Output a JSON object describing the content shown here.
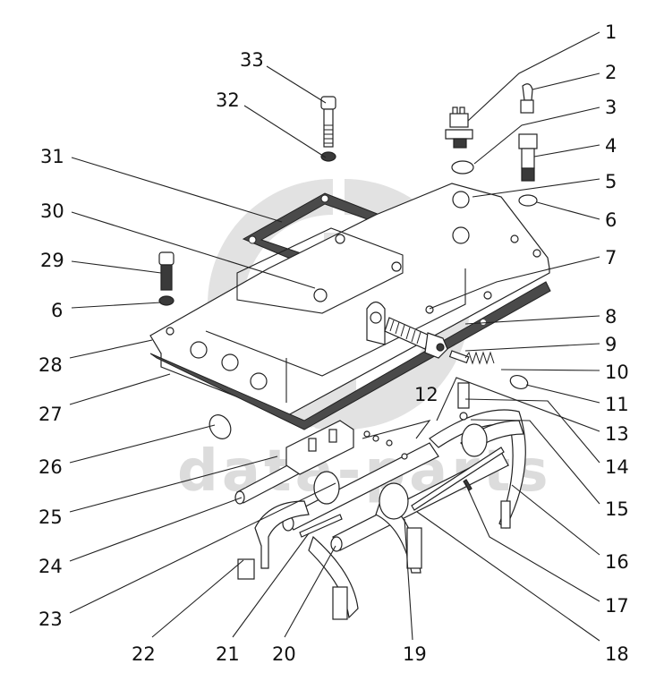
{
  "diagram": {
    "kind": "exploded-parts-view",
    "subject": "gear shift housing cover with shift forks and rails",
    "watermark": {
      "text": "data-parts",
      "logo_icon": "data-parts-logo-icon"
    },
    "callouts": [
      {
        "label": "1",
        "part": "switch"
      },
      {
        "label": "2",
        "part": "breather"
      },
      {
        "label": "3",
        "part": "washer"
      },
      {
        "label": "4",
        "part": "bolt"
      },
      {
        "label": "5",
        "part": "washer"
      },
      {
        "label": "6",
        "part": "spring-washer"
      },
      {
        "label": "7",
        "part": "pin"
      },
      {
        "label": "8",
        "part": "threaded-bushing"
      },
      {
        "label": "9",
        "part": "plunger"
      },
      {
        "label": "10",
        "part": "spring"
      },
      {
        "label": "11",
        "part": "plug"
      },
      {
        "label": "12",
        "part": "pin"
      },
      {
        "label": "13",
        "part": "spring"
      },
      {
        "label": "14",
        "part": "ball"
      },
      {
        "label": "15",
        "part": "shift-fork"
      },
      {
        "label": "16",
        "part": "shift-fork"
      },
      {
        "label": "17",
        "part": "pin"
      },
      {
        "label": "18",
        "part": "shift-rail"
      },
      {
        "label": "19",
        "part": "shift-fork"
      },
      {
        "label": "20",
        "part": "shift-fork"
      },
      {
        "label": "21",
        "part": "interlock-pin"
      },
      {
        "label": "22",
        "part": "shift-fork"
      },
      {
        "label": "23",
        "part": "shift-lug"
      },
      {
        "label": "24",
        "part": "shift-rail"
      },
      {
        "label": "25",
        "part": "shift-rail"
      },
      {
        "label": "26",
        "part": "plug"
      },
      {
        "label": "27",
        "part": "gasket"
      },
      {
        "label": "28",
        "part": "housing-cover"
      },
      {
        "label": "29",
        "part": "bolt"
      },
      {
        "label": "6b",
        "display": "6",
        "part": "spring-washer"
      },
      {
        "label": "30",
        "part": "dowel"
      },
      {
        "label": "31",
        "part": "gasket"
      },
      {
        "label": "32",
        "part": "washer"
      },
      {
        "label": "33",
        "part": "bolt"
      }
    ]
  }
}
